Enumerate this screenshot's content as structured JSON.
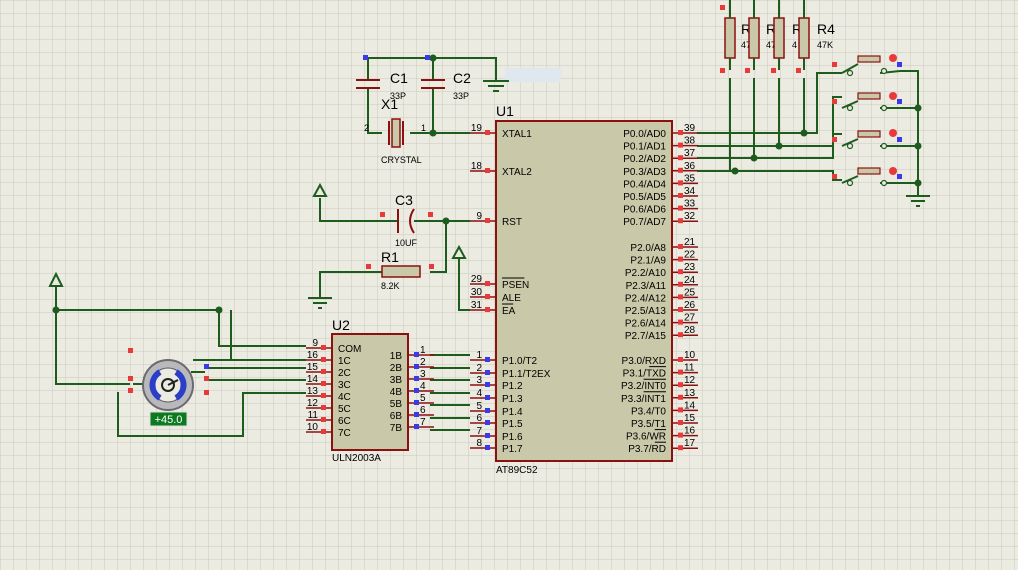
{
  "colors": {
    "background": "#ecebe2",
    "grid": "#c9c9c0",
    "wire": "#1e5c1e",
    "body_fill": "#c9c9a9",
    "body_stroke": "#8b1010",
    "pin_red": "#e83a3a",
    "pin_blue": "#3a3ae8",
    "text": "#000000",
    "probe_bg": "#0d7a1f",
    "probe_text": "#ffffff"
  },
  "u1": {
    "ref": "U1",
    "part": "AT89C52",
    "left_pins": [
      {
        "num": "19",
        "name": "XTAL1"
      },
      {
        "num": "18",
        "name": "XTAL2"
      },
      {
        "num": "9",
        "name": "RST"
      },
      {
        "num": "29",
        "name": "PSEN"
      },
      {
        "num": "30",
        "name": "ALE"
      },
      {
        "num": "31",
        "name": "EA"
      },
      {
        "num": "1",
        "name": "P1.0/T2"
      },
      {
        "num": "2",
        "name": "P1.1/T2EX"
      },
      {
        "num": "3",
        "name": "P1.2"
      },
      {
        "num": "4",
        "name": "P1.3"
      },
      {
        "num": "5",
        "name": "P1.4"
      },
      {
        "num": "6",
        "name": "P1.5"
      },
      {
        "num": "7",
        "name": "P1.6"
      },
      {
        "num": "8",
        "name": "P1.7"
      }
    ],
    "right_pins": [
      {
        "num": "39",
        "name": "P0.0/AD0"
      },
      {
        "num": "38",
        "name": "P0.1/AD1"
      },
      {
        "num": "37",
        "name": "P0.2/AD2"
      },
      {
        "num": "36",
        "name": "P0.3/AD3"
      },
      {
        "num": "35",
        "name": "P0.4/AD4"
      },
      {
        "num": "34",
        "name": "P0.5/AD5"
      },
      {
        "num": "33",
        "name": "P0.6/AD6"
      },
      {
        "num": "32",
        "name": "P0.7/AD7"
      },
      {
        "num": "21",
        "name": "P2.0/A8"
      },
      {
        "num": "22",
        "name": "P2.1/A9"
      },
      {
        "num": "23",
        "name": "P2.2/A10"
      },
      {
        "num": "24",
        "name": "P2.3/A11"
      },
      {
        "num": "25",
        "name": "P2.4/A12"
      },
      {
        "num": "26",
        "name": "P2.5/A13"
      },
      {
        "num": "27",
        "name": "P2.6/A14"
      },
      {
        "num": "28",
        "name": "P2.7/A15"
      },
      {
        "num": "10",
        "name": "P3.0/RXD"
      },
      {
        "num": "11",
        "name": "P3.1/TXD"
      },
      {
        "num": "12",
        "name": "P3.2/INT0"
      },
      {
        "num": "13",
        "name": "P3.3/INT1"
      },
      {
        "num": "14",
        "name": "P3.4/T0"
      },
      {
        "num": "15",
        "name": "P3.5/T1"
      },
      {
        "num": "16",
        "name": "P3.6/WR"
      },
      {
        "num": "17",
        "name": "P3.7/RD"
      }
    ]
  },
  "u2": {
    "ref": "U2",
    "part": "ULN2003A",
    "left_pins": [
      {
        "num": "9",
        "name": "COM"
      },
      {
        "num": "16",
        "name": "1C"
      },
      {
        "num": "15",
        "name": "2C"
      },
      {
        "num": "14",
        "name": "3C"
      },
      {
        "num": "13",
        "name": "4C"
      },
      {
        "num": "12",
        "name": "5C"
      },
      {
        "num": "11",
        "name": "6C"
      },
      {
        "num": "10",
        "name": "7C"
      }
    ],
    "right_pins": [
      {
        "num": "1",
        "name": "1B"
      },
      {
        "num": "2",
        "name": "2B"
      },
      {
        "num": "3",
        "name": "3B"
      },
      {
        "num": "4",
        "name": "4B"
      },
      {
        "num": "5",
        "name": "5B"
      },
      {
        "num": "6",
        "name": "6B"
      },
      {
        "num": "7",
        "name": "7B"
      }
    ]
  },
  "parts": {
    "c1": {
      "ref": "C1",
      "value": "33P"
    },
    "c2": {
      "ref": "C2",
      "value": "33P"
    },
    "c3": {
      "ref": "C3",
      "value": "10UF"
    },
    "x1": {
      "ref": "X1",
      "value": "CRYSTAL",
      "pin_left": "2",
      "pin_right": "1"
    },
    "r1": {
      "ref": "R1",
      "value": "8.2K"
    },
    "r5": {
      "ref": "R5",
      "value": "47K"
    },
    "r3": {
      "ref": "R3",
      "value": "47K"
    },
    "r2": {
      "ref": "R",
      "value": "4"
    },
    "r4": {
      "ref": "R4",
      "value": "47K"
    }
  },
  "motor": {
    "readout": "+45.0"
  }
}
